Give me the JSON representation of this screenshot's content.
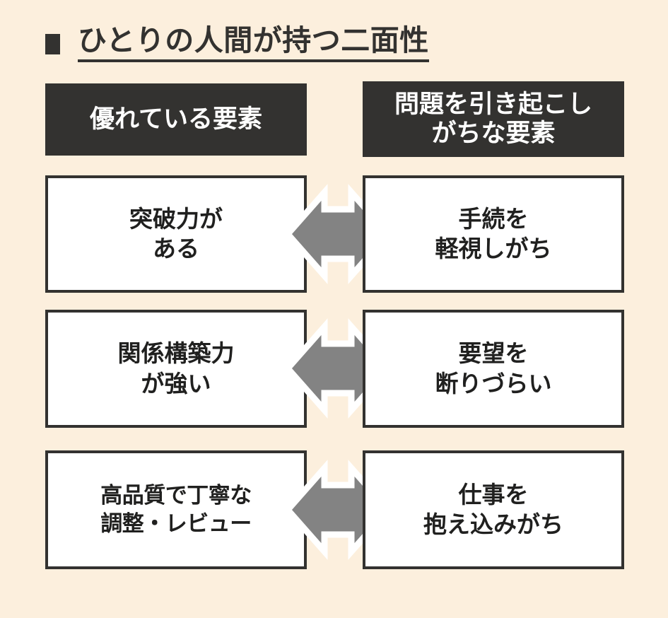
{
  "page": {
    "background_color": "#FCEFDD",
    "dark_color": "#333230",
    "arrow_color": "#838383",
    "arrow_outline_color": "#FFFFFF",
    "box_fill_color": "#FFFFFF"
  },
  "title": {
    "bullet": "black-square-bullet",
    "text": "ひとりの人間が持つ二面性"
  },
  "columns": {
    "left_header": "優れている要素",
    "right_header_line1": "問題を引き起こし",
    "right_header_line2": "がちな要素"
  },
  "rows": [
    {
      "left_line1": "突破力が",
      "left_line2": "ある",
      "connector": "double-headed-horizontal-arrow",
      "right_line1": "手続を",
      "right_line2": "軽視しがち"
    },
    {
      "left_line1": "関係構築力",
      "left_line2": "が強い",
      "connector": "double-headed-horizontal-arrow",
      "right_line1": "要望を",
      "right_line2": "断りづらい"
    },
    {
      "left_line1": "高品質で丁寧な",
      "left_line2": "調整・レビュー",
      "connector": "double-headed-horizontal-arrow",
      "right_line1": "仕事を",
      "right_line2": "抱え込みがち"
    }
  ]
}
